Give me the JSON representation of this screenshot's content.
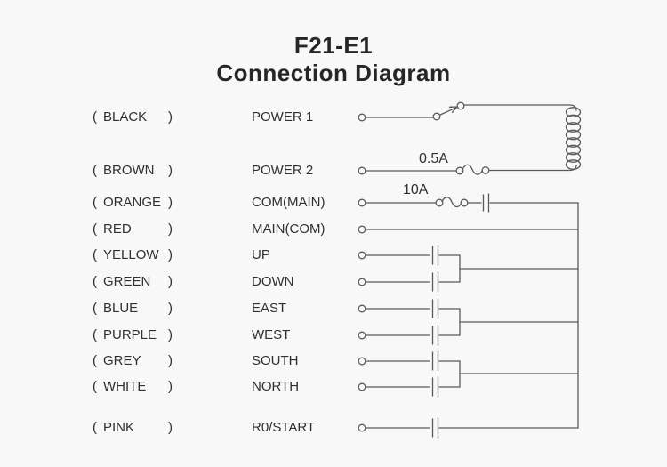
{
  "title": {
    "line1": "F21-E1",
    "line2": "Connection Diagram"
  },
  "label_format": {
    "open": "(",
    "close": ")"
  },
  "rows": [
    {
      "color": "BLACK",
      "function": "POWER 1"
    },
    {
      "color": "BROWN",
      "function": "POWER 2"
    },
    {
      "color": "ORANGE",
      "function": "COM(MAIN)"
    },
    {
      "color": "RED",
      "function": "MAIN(COM)"
    },
    {
      "color": "YELLOW",
      "function": "UP"
    },
    {
      "color": "GREEN",
      "function": "DOWN"
    },
    {
      "color": "BLUE",
      "function": "EAST"
    },
    {
      "color": "PURPLE",
      "function": "WEST"
    },
    {
      "color": "GREY",
      "function": "SOUTH"
    },
    {
      "color": "WHITE",
      "function": "NORTH"
    },
    {
      "color": "PINK",
      "function": "R0/START"
    }
  ],
  "annotations": {
    "fuse_power2_rating": "0.5A",
    "fuse_com_rating": "10A"
  },
  "colors": {
    "background": "#f8f8f8",
    "wire": "#5a5a5a",
    "text": "#2b2b2b"
  }
}
